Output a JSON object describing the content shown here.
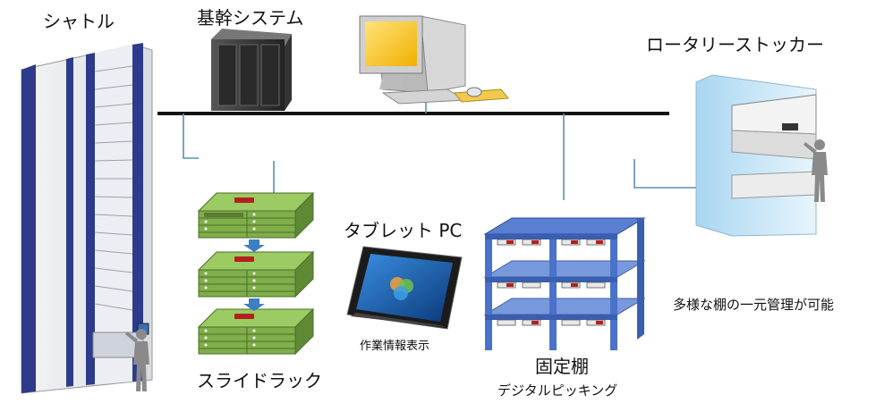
{
  "labels": {
    "shuttle": "シャトル",
    "host_system": "基幹システム",
    "rotary_stocker": "ロータリーストッカー",
    "tablet_pc": "タブレット PC",
    "work_info_display": "作業情報表示",
    "slide_rack": "スライドラック",
    "fixed_shelf": "固定棚",
    "digital_picking": "デジタルピッキング",
    "unified_management": "多様な棚の一元管理が可能"
  },
  "colors": {
    "backbone": "#111111",
    "link_line": "#5b8fb0",
    "shuttle_frame": "#2e3b8a",
    "rack_green": "#7fae4a",
    "shelf_blue": "#4a72c8",
    "stocker_blue": "#c9e6f7",
    "monitor_screen": "#f5c400",
    "tablet_screen": "#1e5fb3",
    "arrow_blue": "#3d7fc4"
  },
  "icons": {
    "server": "server-rack-icon",
    "desktop": "desktop-pc-icon",
    "tablet": "tablet-icon",
    "operator": "operator-silhouette-icon"
  }
}
